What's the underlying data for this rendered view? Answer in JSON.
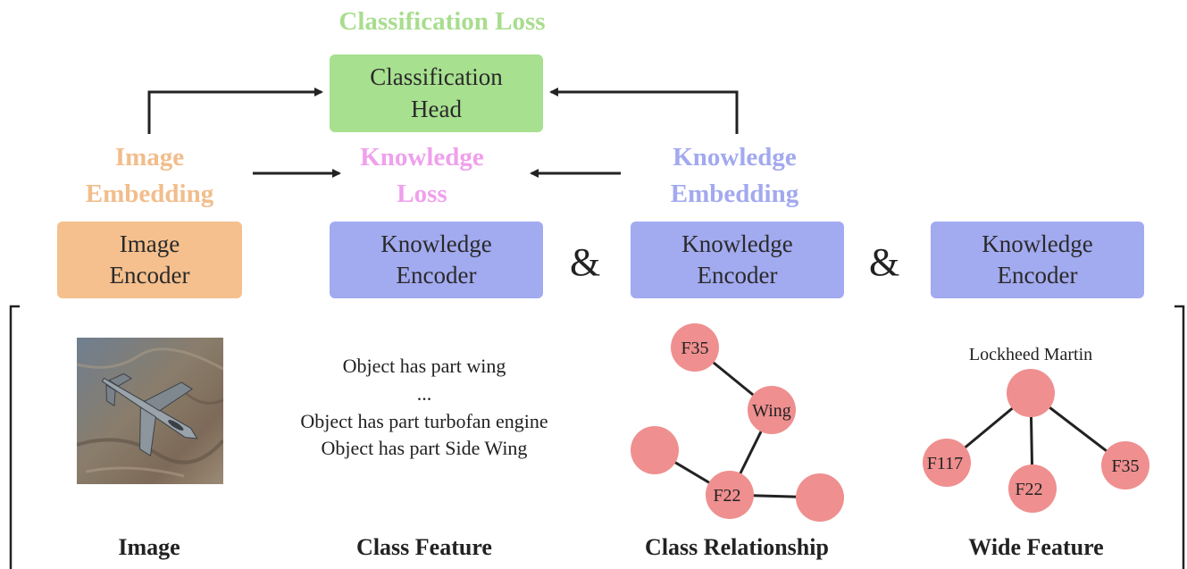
{
  "top": {
    "classification_loss": "Classification Loss",
    "classification_head": [
      "Classification",
      "Head"
    ]
  },
  "labels": {
    "image_embedding": [
      "Image",
      "Embedding"
    ],
    "knowledge_loss": [
      "Knowledge",
      "Loss"
    ],
    "knowledge_embedding": [
      "Knowledge",
      "Embedding"
    ]
  },
  "encoders": {
    "image_encoder": [
      "Image",
      "Encoder"
    ],
    "knowledge_encoder_1": [
      "Knowledge",
      "Encoder"
    ],
    "knowledge_encoder_2": [
      "Knowledge",
      "Encoder"
    ],
    "knowledge_encoder_3": [
      "Knowledge",
      "Encoder"
    ],
    "and_symbol": "&"
  },
  "class_feature_text": [
    "Object has part wing",
    "...",
    "Object has part turbofan engine",
    "Object has part Side Wing"
  ],
  "class_relationship_graph": {
    "nodes": [
      "F35",
      "Wing",
      "F22",
      "",
      ""
    ]
  },
  "wide_feature_graph": {
    "root_label": "Lockheed Martin",
    "nodes": [
      "F117",
      "F22",
      "F35"
    ]
  },
  "bottom_labels": {
    "image": "Image",
    "class_feature": "Class Feature",
    "class_relationship": "Class Relationship",
    "wide_feature": "Wide Feature"
  },
  "colors": {
    "green": "#a7e08f",
    "orange": "#f5c08e",
    "blue": "#a2aaf0",
    "node_pink": "#ef8f8f",
    "title_green": "#a8dd8e",
    "title_orange": "#f2bd8c",
    "title_pink": "#f0a0ec",
    "title_blue": "#a2a9ef"
  }
}
